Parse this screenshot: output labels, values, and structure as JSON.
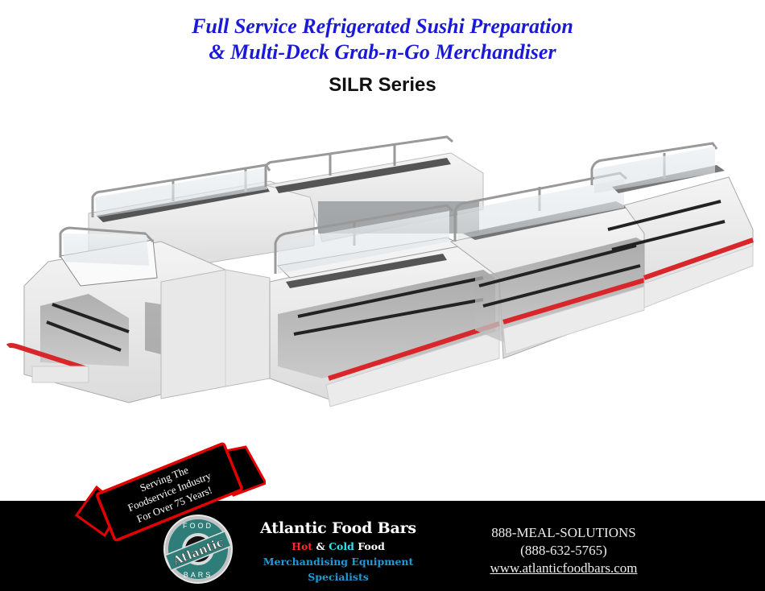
{
  "header": {
    "title_line1": "Full Service Refrigerated Sushi Preparation",
    "title_line2": "& Multi-Deck Grab-n-Go Merchandiser",
    "series": "SILR Series"
  },
  "product_image": {
    "description": "3D rendering of L-shaped refrigerated sushi preparation counters and multi-deck grab-n-go merchandisers with sneeze guards, shelves and red accent bumpers",
    "accent_color": "#d8262a"
  },
  "banner": {
    "line1": "Serving The",
    "line2": "Foodservice Industry",
    "line3": "For Over 75 Years!",
    "border_color": "#e50000"
  },
  "logo": {
    "top_text": "FOOD",
    "center_text": "Atlantic",
    "bottom_text": "BARS",
    "ring_color": "#2f7d78"
  },
  "brand": {
    "name": "Atlantic Food Bars",
    "tagline_hot": "Hot",
    "tagline_amp": "&",
    "tagline_cold": "Cold",
    "tagline_food": "Food",
    "line3": "Merchandising Equipment",
    "line4": "Specialists"
  },
  "contact": {
    "phone_words": "888-MEAL-SOLUTIONS",
    "phone_digits": "(888-632-5765)",
    "website": "www.atlanticfoodbars.com"
  }
}
